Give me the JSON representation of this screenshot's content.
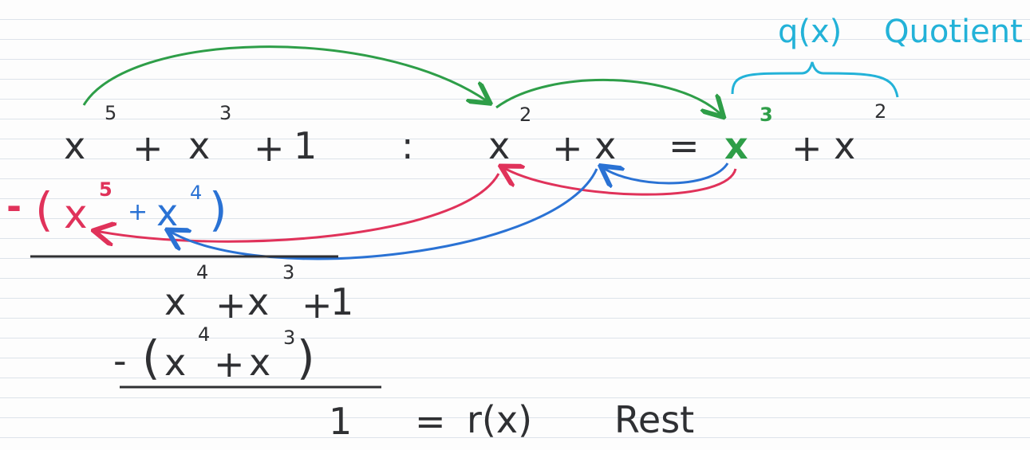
{
  "colors": {
    "ink": "#2f3033",
    "red": "#e0325a",
    "blue": "#2a72d4",
    "green": "#2e9e48",
    "cyan": "#23b2d8"
  },
  "annotations": {
    "quotient_symbol": "q(x)",
    "quotient_label": "Quotient",
    "remainder_symbol": "r(x)",
    "remainder_label": "Rest"
  },
  "top_line": {
    "dividend": {
      "t1": "x",
      "e1": "5",
      "op1": "+",
      "t2": "x",
      "e2": "3",
      "op2": "+",
      "c": "1"
    },
    "divide_sign": ":",
    "divisor": {
      "t1": "x",
      "e1": "2",
      "op1": "+",
      "t2": "x"
    },
    "equals": "=",
    "quotient": {
      "t1": "x",
      "e1": "3",
      "op1": "+",
      "t2": "x",
      "e2": "2"
    }
  },
  "step1_subtract": {
    "minus": "-",
    "open": "(",
    "t1": "x",
    "e1": "5",
    "op": "+",
    "t2": "x",
    "e2": "4",
    "close": ")"
  },
  "step1_result": {
    "t1": "x",
    "e1": "4",
    "op1": "+",
    "t2": "x",
    "e2": "3",
    "op2": "+",
    "c": "1"
  },
  "step2_subtract": {
    "minus": "-",
    "open": "(",
    "t1": "x",
    "e1": "4",
    "op": "+",
    "t2": "x",
    "e2": "3",
    "close": ")"
  },
  "remainder_line": {
    "value": "1",
    "equals": "="
  }
}
